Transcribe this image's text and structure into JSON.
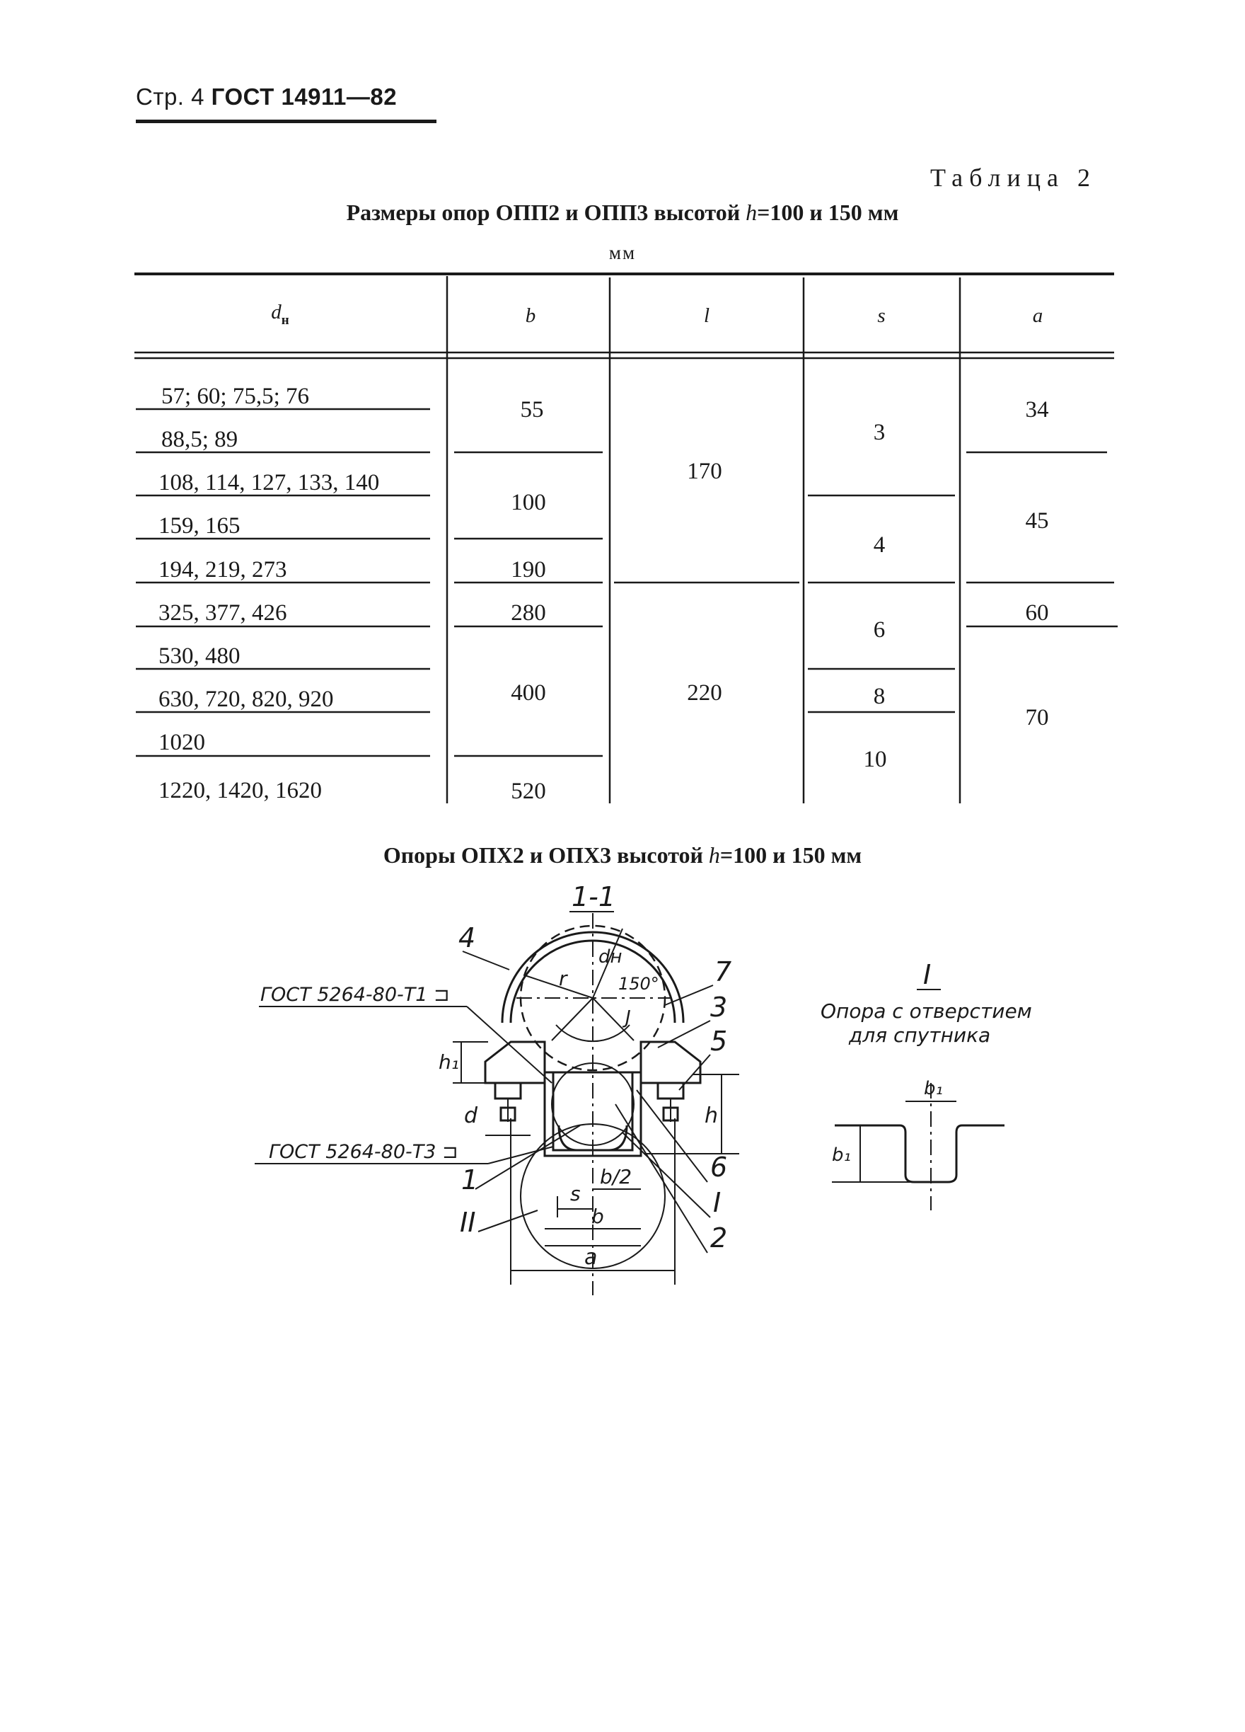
{
  "header": {
    "prefix": "Стр. 4",
    "standard": "ГОСТ 14911—82"
  },
  "table": {
    "label": "Таблица 2",
    "title_start": "Размеры опор ОПП2 и ОПП3 высотой",
    "title_var": "h",
    "title_end": "=100 и 150 мм",
    "units": "мм",
    "columns": [
      "d",
      "b",
      "l",
      "s",
      "a"
    ],
    "column_sub": "н",
    "rows": [
      "57; 60; 75,5; 76",
      "88,5; 89",
      "108, 114, 127, 133, 140",
      "159, 165",
      "194, 219, 273",
      "325, 377, 426",
      "530, 480",
      "630, 720, 820, 920",
      "1020",
      "1220, 1420, 1620"
    ],
    "b_values": [
      "55",
      "100",
      "190",
      "280",
      "400",
      "520"
    ],
    "l_values": [
      "170",
      "220"
    ],
    "s_values": [
      "3",
      "4",
      "6",
      "8",
      "10"
    ],
    "a_values": [
      "34",
      "45",
      "60",
      "70"
    ]
  },
  "figure": {
    "title_start": "Опоры ОПХ2 и ОПХ3 высотой",
    "title_var": "h",
    "title_end": "=100 и 150 мм",
    "section": "1-1",
    "gost_t1": "ГОСТ 5264-80-Т1 ⊐",
    "gost_t3": "ГОСТ 5264-80-Т3 ⊐",
    "angle": "150°",
    "callouts": [
      "4",
      "7",
      "3",
      "5",
      "6",
      "I",
      "2",
      "1",
      "II"
    ],
    "dims": {
      "r": "r",
      "dn": "dн",
      "j": "J",
      "h1": "h₁",
      "h": "h",
      "d": "d",
      "s": "s",
      "b_half": "b/2",
      "b": "b",
      "a": "a"
    },
    "detail_mark": "I",
    "detail_caption_1": "Опора с отверстием",
    "detail_caption_2": "для спутника",
    "detail_b1": "b₁"
  }
}
